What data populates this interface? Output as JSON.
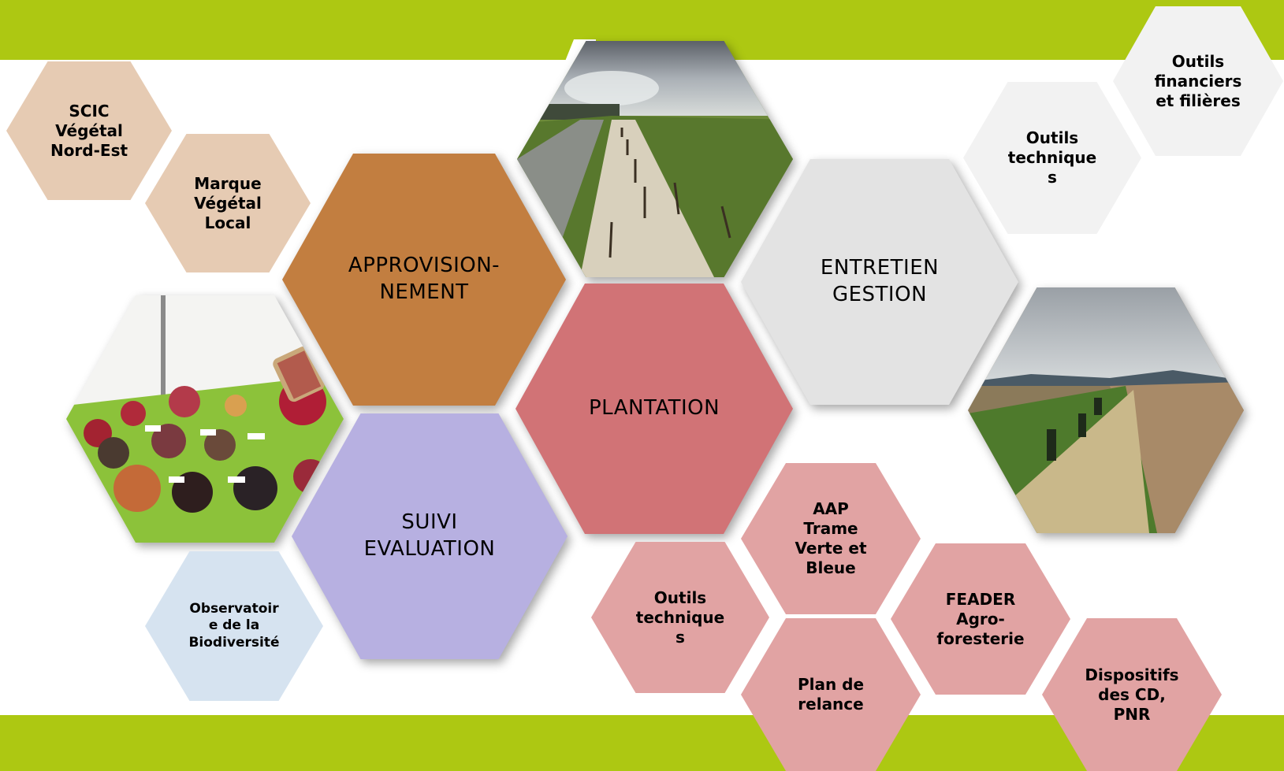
{
  "main": {
    "approvisionnement": [
      "APPROVISION-",
      "NEMENT"
    ],
    "plantation": "PLANTATION",
    "entretien": [
      "ENTRETIEN",
      "GESTION"
    ],
    "suivi": [
      "SUIVI",
      "EVALUATION"
    ]
  },
  "sub": {
    "scic": [
      "SCIC",
      "Végétal",
      "Nord-Est"
    ],
    "marque": [
      "Marque",
      "Végétal",
      "Local"
    ],
    "outils_financiers": [
      "Outils",
      "financiers",
      "et filières"
    ],
    "outils_techniques_top": [
      "Outils",
      "technique",
      "s"
    ],
    "observatoire": [
      "Observatoir",
      "e de la",
      "Biodiversité"
    ],
    "outils_techniques_bottom": [
      "Outils",
      "technique",
      "s"
    ],
    "aap": [
      "AAP",
      "Trame",
      "Verte et",
      "Bleue"
    ],
    "plan_relance": [
      "Plan de",
      "relance"
    ],
    "feader": [
      "FEADER",
      "Agro-",
      "foresterie"
    ],
    "dispositifs": [
      "Dispositifs",
      "des CD,",
      "PNR"
    ]
  },
  "colors": {
    "green_band": "#adc812",
    "approvisionnement": "#c27e40",
    "plantation": "#d17376",
    "entretien": "#e3e3e3",
    "suivi": "#b7b0e1",
    "tan": "#e6cbb3",
    "pink": "#e1a3a3",
    "pale_blue": "#d6e3f0"
  },
  "photos": [
    "planted-row-photo",
    "seeds-display-photo",
    "hedgerow-field-photo"
  ]
}
